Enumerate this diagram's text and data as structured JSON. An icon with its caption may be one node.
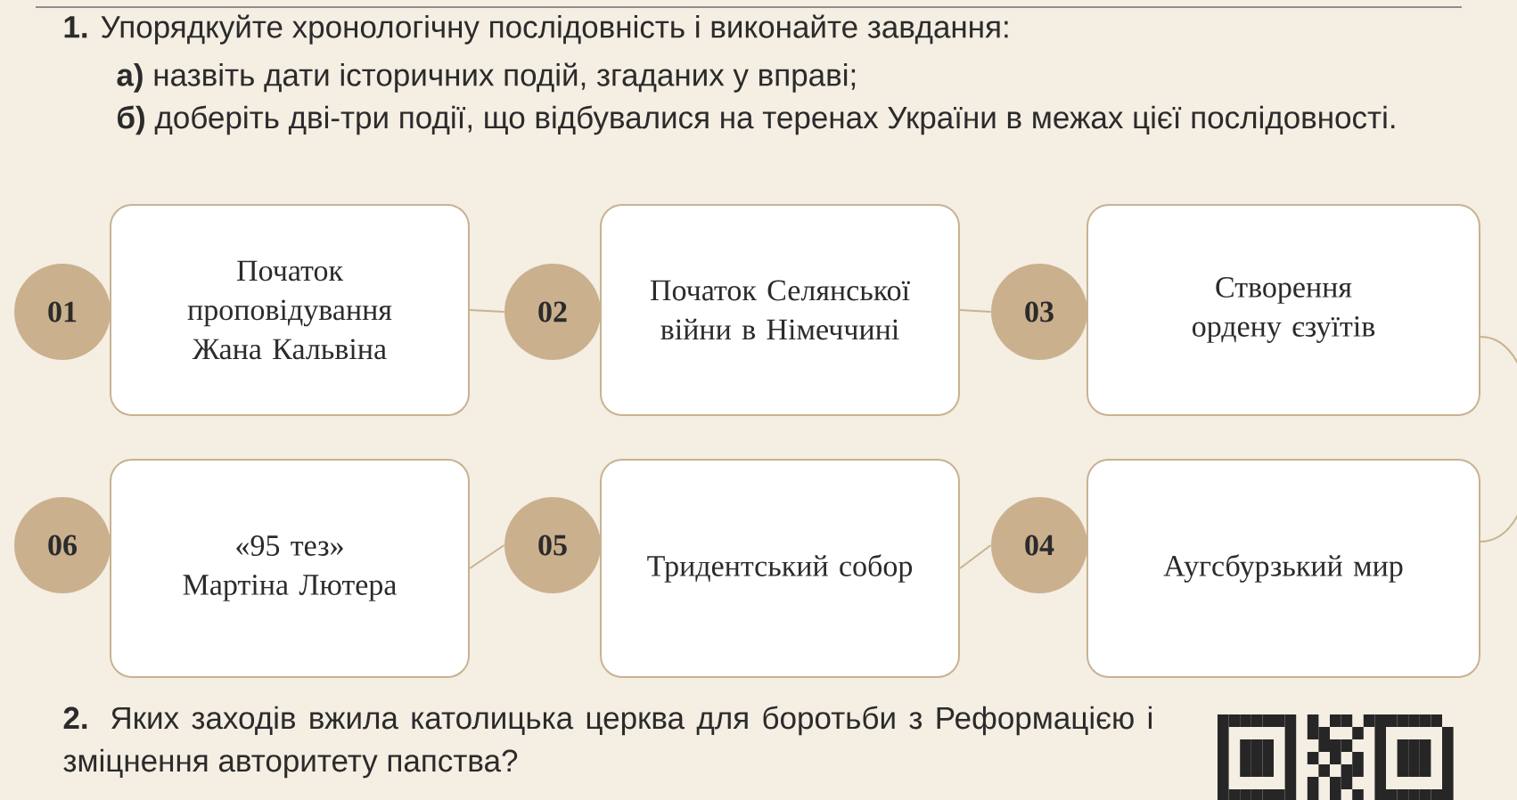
{
  "diagram": {
    "nodes": [
      {
        "text": [
          "01"
        ]
      },
      {
        "text": [
          "Початок проповідування Жана Кальвіна"
        ]
      },
      {
        "text": [
          "02"
        ]
      },
      {
        "text": [
          "Початок Селянської війни в Німеччині"
        ]
      },
      {
        "text": [
          "03"
        ]
      },
      {
        "text": [
          "Створення ордену єзуїтів"
        ]
      },
      {
        "text": [
          "06"
        ]
      },
      {
        "text": [
          "«95 тез» Мартіна Лютера"
        ]
      },
      {
        "text": [
          "05"
        ]
      },
      {
        "text": [
          "Тридентський собор"
        ]
      },
      {
        "text": [
          "04"
        ]
      },
      {
        "text": [
          "Аугсбурзький мир"
        ]
      }
    ],
    "edges": [
      {
        "from": 1,
        "to": 2,
        "arrow": "none"
      },
      {
        "from": 3,
        "to": 4,
        "arrow": "none"
      },
      {
        "from": 5,
        "to": 11,
        "arrow": "none"
      },
      {
        "from": 7,
        "to": 8,
        "arrow": "none"
      },
      {
        "from": 9,
        "to": 10,
        "arrow": "none"
      }
    ],
    "labels": [
      "**1.** Упорядкуйте хронологічну послідовність і виконайте завдання:",
      "**а)** назвіть дати історичних подій, згаданих у вправі;",
      "**б)** доберіть дві-три події, що відбувалися на теренах України в межах цієї послідовності.",
      "**2.** Яких заходів вжила католицька церква для боротьби з Реформацією і зміцнення авторитету папства?"
    ]
  }
}
